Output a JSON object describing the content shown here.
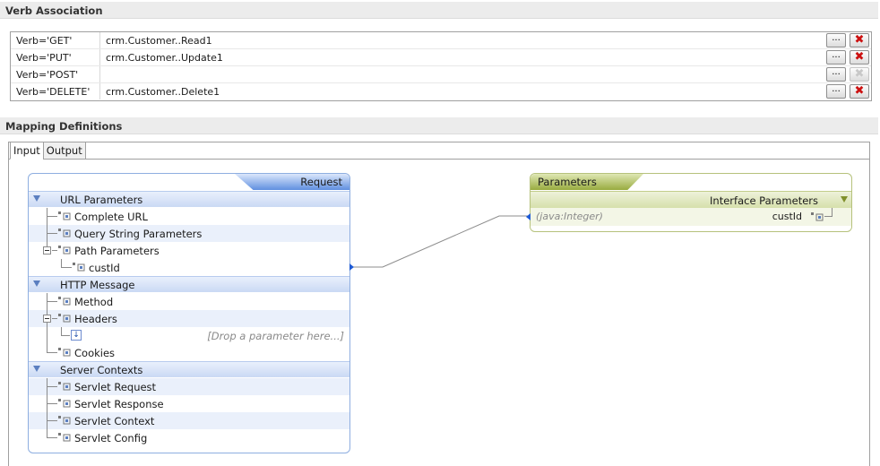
{
  "verb_association": {
    "title": "Verb Association",
    "rows": [
      {
        "condition": "Verb='GET'",
        "target": "crm.Customer..Read1",
        "edit": "...",
        "delete_enabled": true
      },
      {
        "condition": "Verb='PUT'",
        "target": "crm.Customer..Update1",
        "edit": "...",
        "delete_enabled": true
      },
      {
        "condition": "Verb='POST'",
        "target": "",
        "edit": "...",
        "delete_enabled": false
      },
      {
        "condition": "Verb='DELETE'",
        "target": "crm.Customer..Delete1",
        "edit": "...",
        "delete_enabled": true
      }
    ]
  },
  "mapping": {
    "title": "Mapping Definitions",
    "tabs": [
      {
        "label": "Input",
        "active": true
      },
      {
        "label": "Output",
        "active": false
      }
    ],
    "request": {
      "title": "Request",
      "groups": [
        {
          "label": "URL Parameters",
          "items": [
            "Complete URL",
            "Query String Parameters",
            "Path Parameters",
            "custId"
          ]
        },
        {
          "label": "HTTP Message",
          "items": [
            "Method",
            "Headers",
            "Cookies"
          ],
          "drop_hint": "[Drop a parameter here...]"
        },
        {
          "label": "Server Contexts",
          "items": [
            "Servlet Request",
            "Servlet Response",
            "Servlet Context",
            "Servlet Config"
          ]
        }
      ]
    },
    "parameters": {
      "title": "Parameters",
      "interface_label": "Interface Parameters",
      "param": {
        "type": "(java:Integer)",
        "name": "custId"
      }
    }
  },
  "colors": {
    "request_accent": "#5f8fe0",
    "parameters_accent": "#98ab3f",
    "delete_red": "#cc1111"
  },
  "icons": {
    "edit": "ellipsis-button-icon",
    "delete": "red-x-icon",
    "param": "parameter-node-icon",
    "collapse": "triangle-down-icon",
    "drop": "drop-arrow-icon"
  }
}
